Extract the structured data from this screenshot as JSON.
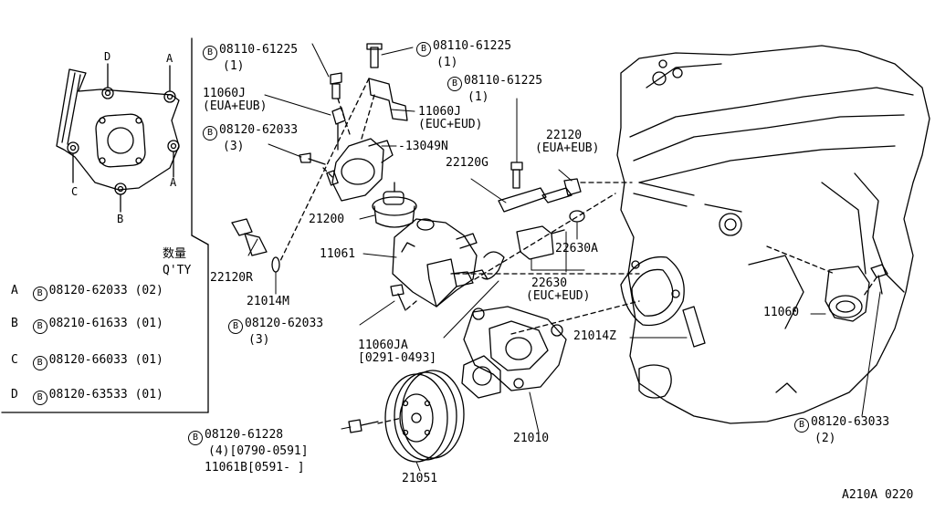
{
  "inset": {
    "bolt_keys": [
      "D",
      "A",
      "C",
      "A",
      "B"
    ],
    "qty_header_jp": "数量",
    "qty_header": "Q'TY",
    "rows": [
      {
        "key": "A",
        "circle": "B",
        "part": "08120-62033",
        "qty": "(02)"
      },
      {
        "key": "B",
        "circle": "B",
        "part": "08210-61633",
        "qty": "(01)"
      },
      {
        "key": "C",
        "circle": "B",
        "part": "08120-66033",
        "qty": "(01)"
      },
      {
        "key": "D",
        "circle": "B",
        "part": "08120-63533",
        "qty": "(01)"
      }
    ]
  },
  "callouts": [
    {
      "id": "c1",
      "circle": "B",
      "text": "08110-61225",
      "sub": "(1)"
    },
    {
      "id": "c2",
      "circle": "B",
      "text": "08110-61225",
      "sub": "(1)"
    },
    {
      "id": "c3",
      "circle": "B",
      "text": "08110-61225",
      "sub": "(1)"
    },
    {
      "id": "c4",
      "circle": "",
      "text": "11060J",
      "sub": "(EUA+EUB)"
    },
    {
      "id": "c5",
      "circle": "",
      "text": "11060J",
      "sub": "(EUC+EUD)"
    },
    {
      "id": "c6",
      "circle": "B",
      "text": "08120-62033",
      "sub": "(3)"
    },
    {
      "id": "c7",
      "circle": "",
      "text": "13049N",
      "sub": ""
    },
    {
      "id": "c8",
      "circle": "",
      "text": "22120",
      "sub": "(EUA+EUB)"
    },
    {
      "id": "c9",
      "circle": "",
      "text": "22120G",
      "sub": ""
    },
    {
      "id": "c10",
      "circle": "",
      "text": "21200",
      "sub": ""
    },
    {
      "id": "c11",
      "circle": "",
      "text": "11061",
      "sub": ""
    },
    {
      "id": "c12",
      "circle": "",
      "text": "22630A",
      "sub": ""
    },
    {
      "id": "c13",
      "circle": "",
      "text": "22630",
      "sub": "(EUC+EUD)"
    },
    {
      "id": "c14",
      "circle": "",
      "text": "22120R",
      "sub": ""
    },
    {
      "id": "c15",
      "circle": "",
      "text": "21014M",
      "sub": ""
    },
    {
      "id": "c16",
      "circle": "B",
      "text": "08120-62033",
      "sub": "(3)"
    },
    {
      "id": "c17",
      "circle": "",
      "text": "11060JA",
      "sub": "[0291-0493]"
    },
    {
      "id": "c18",
      "circle": "",
      "text": "21014Z",
      "sub": ""
    },
    {
      "id": "c19",
      "circle": "",
      "text": "11060",
      "sub": ""
    },
    {
      "id": "c20",
      "circle": "B",
      "text": "08120-63033",
      "sub": "(2)"
    },
    {
      "id": "c21",
      "circle": "",
      "text": "21010",
      "sub": ""
    },
    {
      "id": "c22",
      "circle": "B",
      "text": "08120-61228",
      "sub": "(4)[0790-0591]"
    },
    {
      "id": "c23",
      "circle": "",
      "text": "11061B[0591-    ]",
      "sub": ""
    },
    {
      "id": "c24",
      "circle": "",
      "text": "21051",
      "sub": ""
    }
  ],
  "footer": {
    "code": "A210A 0220"
  }
}
